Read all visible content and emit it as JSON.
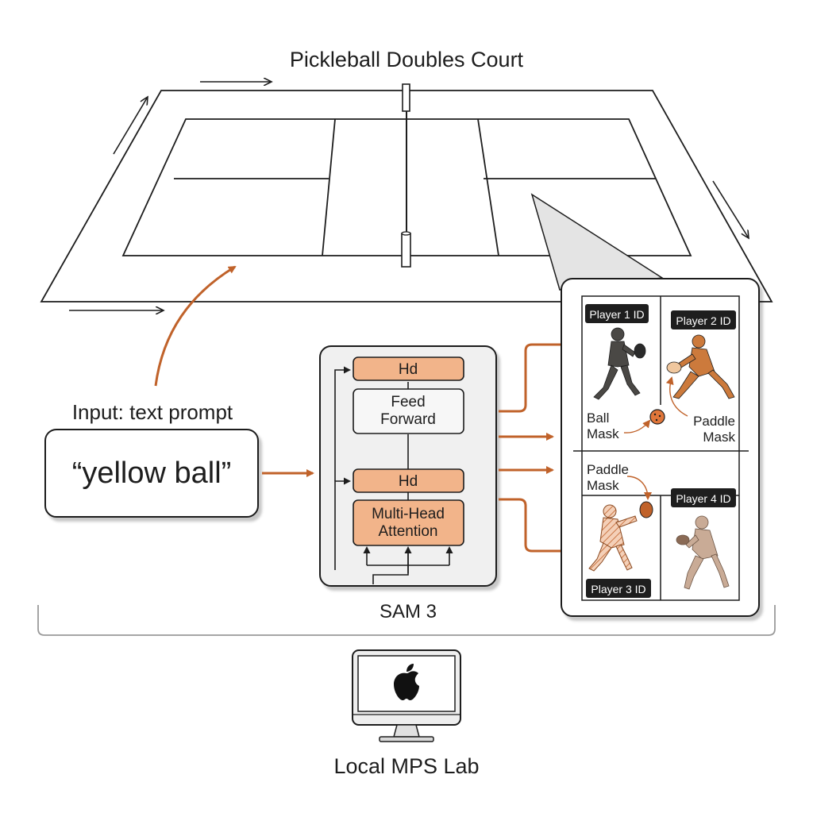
{
  "court": {
    "title": "Pickleball Doubles Court"
  },
  "input": {
    "heading": "Input: text prompt",
    "prompt": "“yellow ball”"
  },
  "model": {
    "label": "SAM 3",
    "head_top": "Hd",
    "feed_forward_line1": "Feed",
    "feed_forward_line2": "Forward",
    "head_bottom": "Hd",
    "attention_line1": "Multi-Head",
    "attention_line2": "Attention"
  },
  "output": {
    "player1": "Player 1 ID",
    "player2": "Player 2 ID",
    "player3": "Player 3 ID",
    "player4": "Player 4 ID",
    "ball_mask_line1": "Ball",
    "ball_mask_line2": "Mask",
    "paddle_mask_right_line1": "Paddle",
    "paddle_mask_right_line2": "Mask",
    "paddle_mask_left_line1": "Paddle",
    "paddle_mask_left_line2": "Mask"
  },
  "device": {
    "label": "Local MPS Lab",
    "logo": "apple-logo-icon"
  },
  "colors": {
    "accent": "#c0622a",
    "accent_light": "#f2b48a",
    "line": "#1d1d1d",
    "panel_bg": "#f0f0f0",
    "badge_bg": "#1e1e1e"
  }
}
